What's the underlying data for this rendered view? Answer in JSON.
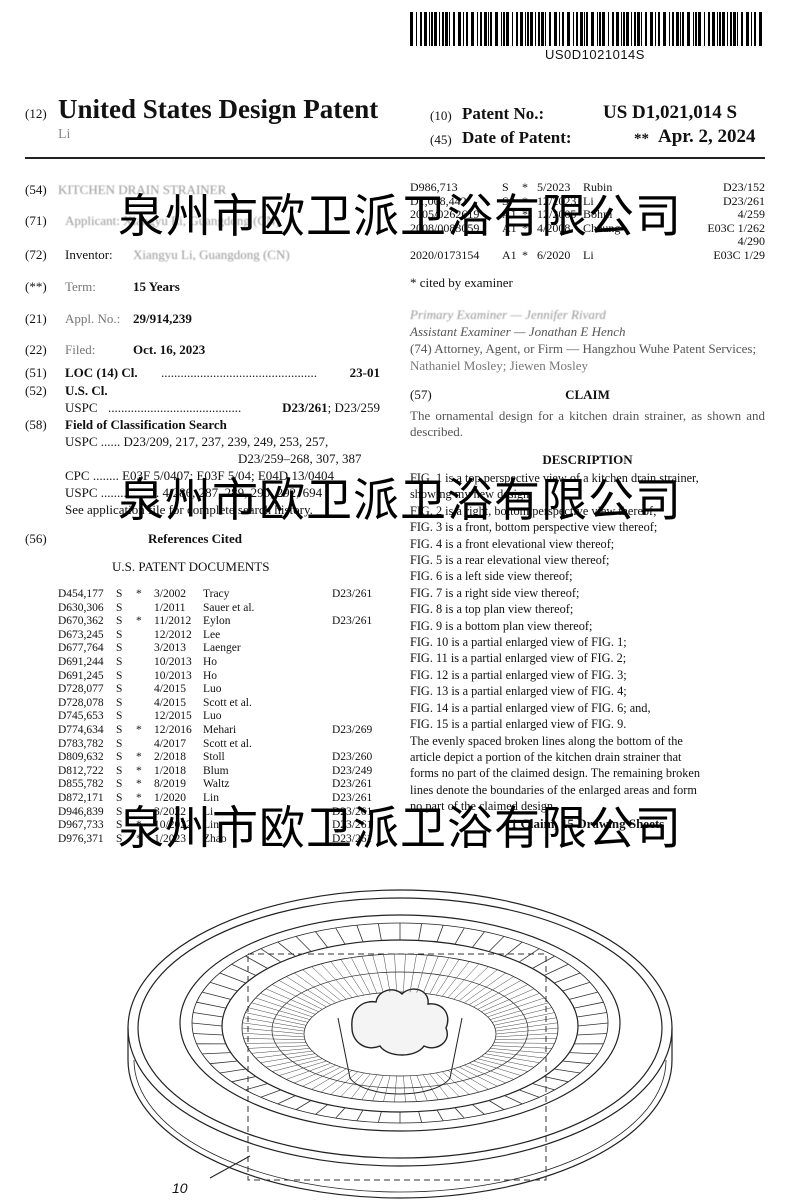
{
  "barcode_number": "US0D1021014S",
  "header": {
    "tag12": "(12)",
    "title": "United States Design Patent",
    "author": "Li",
    "tag10": "(10)",
    "patent_no_label": "Patent No.:",
    "patent_no": "US D1,021,014 S",
    "tag45": "(45)",
    "date_label": "Date of Patent:",
    "date_marker": "**",
    "date": "Apr. 2, 2024"
  },
  "left_fields": {
    "f54": {
      "tag": "(54)",
      "text": "KITCHEN DRAIN STRAINER"
    },
    "f71": {
      "tag": "(71)",
      "text": "Applicant: Xiangyu Li, Guangdong (CN)"
    },
    "f72": {
      "tag": "(72)",
      "label": "Inventor:",
      "value": "Xiangyu Li, Guangdong (CN)"
    },
    "f_term": {
      "tag": "(**)",
      "label": "Term:",
      "value": "15 Years"
    },
    "f21": {
      "tag": "(21)",
      "label": "Appl. No.:",
      "value": "29/914,239"
    },
    "f22": {
      "tag": "(22)",
      "label": "Filed:",
      "value": "Oct. 16, 2023"
    },
    "f51": {
      "tag": "(51)",
      "label": "LOC (14) Cl.",
      "dots": "................................................",
      "value": "23-01"
    },
    "f52": {
      "tag": "(52)",
      "label": "U.S. Cl.",
      "uspc": "USPC",
      "dots": ".........................................",
      "value_bold": "D23/261",
      "value_rest": "; D23/259"
    },
    "f58": {
      "tag": "(58)",
      "label": "Field of Classification Search",
      "line1": "USPC ...... D23/209, 217, 237, 239, 249, 253, 257,",
      "line2": "D23/259–268, 307, 387",
      "line3": "CPC ........ E03F 5/0407; E03F 5/04; E04D 13/0404",
      "line4": "USPC .................. 4/286, 287, 289, 290, 292, 694",
      "line5": "See application file for complete search history."
    },
    "f56": {
      "tag": "(56)",
      "label": "References Cited"
    }
  },
  "us_docs_title": "U.S. PATENT DOCUMENTS",
  "patent_refs": [
    {
      "num": "D454,177",
      "kind": "S",
      "star": "*",
      "date": "3/2002",
      "name": "Tracy",
      "class": "D23/261"
    },
    {
      "num": "D630,306",
      "kind": "S",
      "star": "",
      "date": "1/2011",
      "name": "Sauer et al.",
      "class": ""
    },
    {
      "num": "D670,362",
      "kind": "S",
      "star": "*",
      "date": "11/2012",
      "name": "Eylon",
      "class": "D23/261"
    },
    {
      "num": "D673,245",
      "kind": "S",
      "star": "",
      "date": "12/2012",
      "name": "Lee",
      "class": ""
    },
    {
      "num": "D677,764",
      "kind": "S",
      "star": "",
      "date": "3/2013",
      "name": "Laenger",
      "class": ""
    },
    {
      "num": "D691,244",
      "kind": "S",
      "star": "",
      "date": "10/2013",
      "name": "Ho",
      "class": ""
    },
    {
      "num": "D691,245",
      "kind": "S",
      "star": "",
      "date": "10/2013",
      "name": "Ho",
      "class": ""
    },
    {
      "num": "D728,077",
      "kind": "S",
      "star": "",
      "date": "4/2015",
      "name": "Luo",
      "class": ""
    },
    {
      "num": "D728,078",
      "kind": "S",
      "star": "",
      "date": "4/2015",
      "name": "Scott et al.",
      "class": ""
    },
    {
      "num": "D745,653",
      "kind": "S",
      "star": "",
      "date": "12/2015",
      "name": "Luo",
      "class": ""
    },
    {
      "num": "D774,634",
      "kind": "S",
      "star": "*",
      "date": "12/2016",
      "name": "Mehari",
      "class": "D23/269"
    },
    {
      "num": "D783,782",
      "kind": "S",
      "star": "",
      "date": "4/2017",
      "name": "Scott et al.",
      "class": ""
    },
    {
      "num": "D809,632",
      "kind": "S",
      "star": "*",
      "date": "2/2018",
      "name": "Stoll",
      "class": "D23/260"
    },
    {
      "num": "D812,722",
      "kind": "S",
      "star": "*",
      "date": "1/2018",
      "name": "Blum",
      "class": "D23/249"
    },
    {
      "num": "D855,782",
      "kind": "S",
      "star": "*",
      "date": "8/2019",
      "name": "Waltz",
      "class": "D23/261"
    },
    {
      "num": "D872,171",
      "kind": "S",
      "star": "*",
      "date": "1/2020",
      "name": "Lin",
      "class": "D23/261"
    },
    {
      "num": "D946,839",
      "kind": "S",
      "star": "*",
      "date": "3/2022",
      "name": "Li",
      "class": "D23/261"
    },
    {
      "num": "D967,733",
      "kind": "S",
      "star": "*",
      "date": "10/2022",
      "name": "Lin",
      "class": "D23/261"
    },
    {
      "num": "D976,371",
      "kind": "S",
      "star": "*",
      "date": "1/2023",
      "name": "Zhao",
      "class": "D23/261"
    }
  ],
  "right_refs": [
    {
      "num": "D986,713",
      "kind": "S",
      "star": "*",
      "date": "5/2023",
      "name": "Rubin",
      "class": "D23/152"
    },
    {
      "num": "D1,008,442",
      "kind": "S",
      "star": "*",
      "date": "12/2023",
      "name": "Li",
      "class": "D23/261"
    },
    {
      "num": "2005/0262619",
      "kind": "A1",
      "star": "*",
      "date": "12/2005",
      "name": "Bohm",
      "class": "4/259"
    },
    {
      "num": "2008/0083059",
      "kind": "A1",
      "star": "*",
      "date": "4/2008",
      "name": "Cheung",
      "class": "E03C 1/262"
    },
    {
      "num": "",
      "kind": "",
      "star": "",
      "date": "",
      "name": "",
      "class": "4/290"
    },
    {
      "num": "2020/0173154",
      "kind": "A1",
      "star": "*",
      "date": "6/2020",
      "name": "Li",
      "class": "E03C 1/29"
    }
  ],
  "cited_by": "* cited by examiner",
  "examiners": {
    "primary": "Primary Examiner — Jennifer Rivard",
    "assistant": "Assistant Examiner — Jonathan E Hench",
    "attorney1": "(74) Attorney, Agent, or Firm — Hangzhou Wuhe Patent Services;",
    "attorney2": "Nathaniel Mosley; Jiewen Mosley"
  },
  "claim": {
    "tag": "(57)",
    "heading": "CLAIM",
    "text": "The ornamental design for a kitchen drain strainer, as shown and described."
  },
  "description": {
    "heading": "DESCRIPTION",
    "lines": [
      "FIG. 1 is a top perspective view of a kitchen drain strainer,",
      "showing my new design;",
      "FIG. 2 is a right, bottom perspective view thereof;",
      "FIG. 3 is a front, bottom perspective view thereof;",
      "FIG. 4 is a front elevational view thereof;",
      "FIG. 5 is a rear elevational view thereof;",
      "FIG. 6 is a left side view thereof;",
      "FIG. 7 is a right side view thereof;",
      "FIG. 8 is a top plan view thereof;",
      "FIG. 9 is a bottom plan view thereof;",
      "FIG. 10 is a partial enlarged view of FIG. 1;",
      "FIG. 11 is a partial enlarged view of FIG. 2;",
      "FIG. 12 is a partial enlarged view of FIG. 3;",
      "FIG. 13 is a partial enlarged view of FIG. 4;",
      "FIG. 14 is a partial enlarged view of FIG. 6; and,",
      "FIG. 15 is a partial enlarged view of FIG. 9.",
      "The evenly spaced broken lines along the bottom of the",
      "article depict a portion of the kitchen drain strainer that",
      "forms no part of the claimed design. The remaining broken",
      "lines denote the boundaries of the enlarged areas and form",
      "no part of the claimed design."
    ],
    "footer": "1 Claim, 15 Drawing Sheets"
  },
  "watermark_text": "泉州市欧卫派卫浴有限公司",
  "figure_ref": "10"
}
